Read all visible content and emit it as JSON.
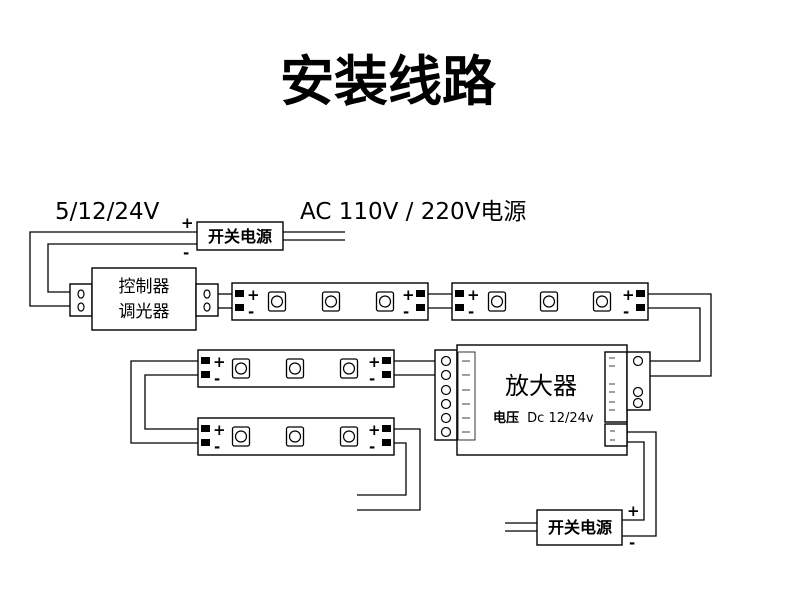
{
  "title": "安装线路",
  "input_voltage": "5/12/24V",
  "ac_supply": "AC 110V / 220V电源",
  "power_supply_top": {
    "label": "开关电源",
    "plus": "+",
    "minus": "-"
  },
  "controller": {
    "line1": "控制器",
    "line2": "调光器"
  },
  "led_strip": {
    "plus": "+",
    "minus": "-"
  },
  "amplifier": {
    "label": "放大器",
    "voltage_label": "电压",
    "voltage_value": "Dc 12/24v"
  },
  "power_supply_bottom": {
    "label": "开关电源",
    "plus": "+",
    "minus": "-"
  },
  "colors": {
    "line": "#000000",
    "background": "#ffffff"
  }
}
